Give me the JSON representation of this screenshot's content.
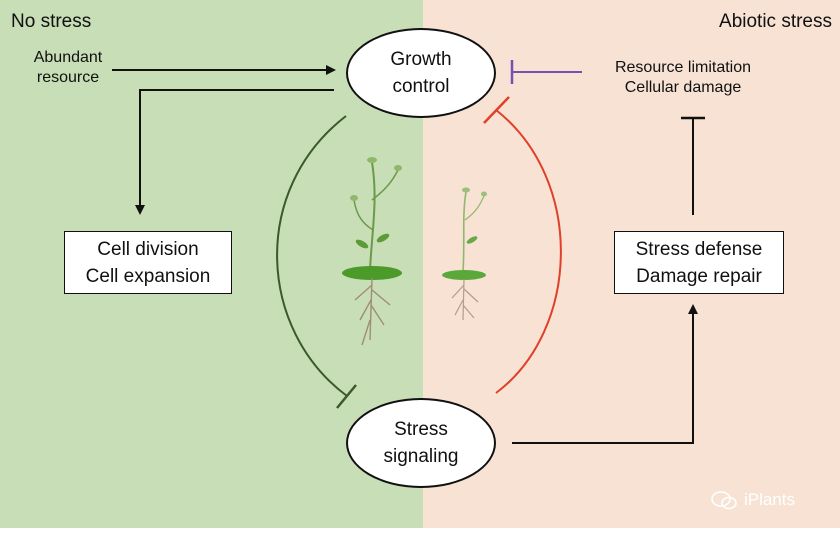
{
  "panels": {
    "left": {
      "title": "No stress",
      "color": "#c8deb6"
    },
    "right": {
      "title": "Abiotic stress",
      "color": "#f7e2d4"
    }
  },
  "inputs": {
    "abundant": [
      "Abundant",
      "resource"
    ],
    "limitation": [
      "Resource limitation",
      "Cellular damage"
    ]
  },
  "nodes": {
    "growth": [
      "Growth",
      "control"
    ],
    "stress": [
      "Stress",
      "signaling"
    ],
    "cell": [
      "Cell division",
      "Cell expansion"
    ],
    "defense": [
      "Stress defense",
      "Damage repair"
    ]
  },
  "watermark": "iPlants",
  "colors": {
    "green_arc": "#3a5a2a",
    "red_arc": "#e0402a",
    "purple_inhibit": "#7b4fb0"
  },
  "icons": [
    "plant-illustration",
    "wechat-icon"
  ]
}
